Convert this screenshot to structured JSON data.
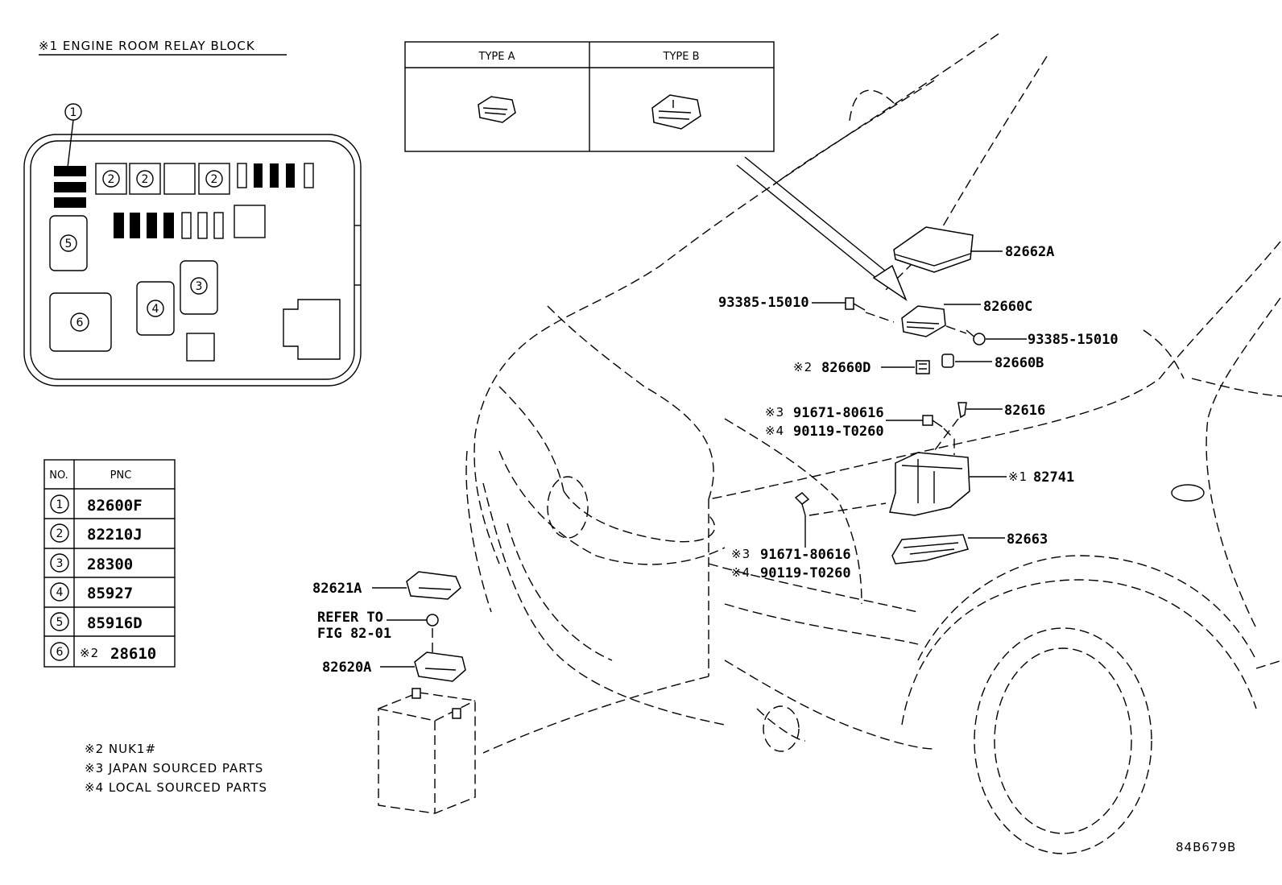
{
  "relay_block": {
    "title": "※1 ENGINE ROOM RELAY BLOCK",
    "callouts": [
      "1",
      "2",
      "2",
      "2",
      "5",
      "3",
      "4",
      "6"
    ]
  },
  "type_table": {
    "headers": [
      "TYPE A",
      "TYPE B"
    ]
  },
  "pnc_table": {
    "headers": [
      "NO.",
      "PNC"
    ],
    "rows": [
      {
        "no": "1",
        "pnc": "82600F"
      },
      {
        "no": "2",
        "pnc": "82210J"
      },
      {
        "no": "3",
        "pnc": "28300"
      },
      {
        "no": "4",
        "pnc": "85927"
      },
      {
        "no": "5",
        "pnc": "85916D"
      },
      {
        "no": "6",
        "mark": "※2",
        "pnc": "28610"
      }
    ]
  },
  "part_labels": {
    "p82662A": "82662A",
    "p93385_left": "93385-15010",
    "p82660C": "82660C",
    "p93385_right": "93385-15010",
    "p82660D_mark": "※2",
    "p82660D": "82660D",
    "p82660B": "82660B",
    "p91671_top_mark": "※3",
    "p91671_top": "91671-80616",
    "p90119_top_mark": "※4",
    "p90119_top": "90119-T0260",
    "p82616": "82616",
    "p82741_mark": "※1",
    "p82741": "82741",
    "p82663": "82663",
    "p91671_bot_mark": "※3",
    "p91671_bot": "91671-80616",
    "p90119_bot_mark": "※4",
    "p90119_bot": "90119-T0260",
    "p82621A": "82621A",
    "refer_line1": "REFER TO",
    "refer_line2": "FIG 82-01",
    "p82620A": "82620A"
  },
  "notes": [
    "※2 NUK1#",
    "※3 JAPAN SOURCED PARTS",
    "※4 LOCAL SOURCED PARTS"
  ],
  "figure_id": "84B679B"
}
